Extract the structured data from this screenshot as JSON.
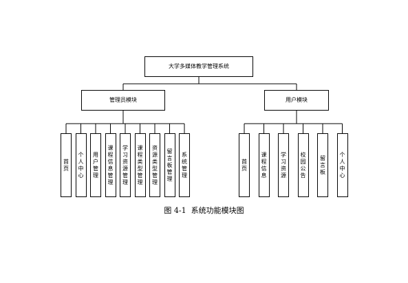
{
  "root": {
    "label": "大学多媒体教学管理系统"
  },
  "branches": [
    {
      "label": "管理员模块",
      "children": [
        "首页",
        "个人中心",
        "用户管理",
        "课程信息管理",
        "学习资源管理",
        "课程类型管理",
        "资源类型管理",
        "留言板管理",
        "系统管理"
      ]
    },
    {
      "label": "用户模块",
      "children": [
        "首页",
        "课程信息",
        "学习资源",
        "校园公告",
        "留言板",
        "个人中心"
      ]
    }
  ],
  "caption": "图 4-1  系统功能模块图"
}
